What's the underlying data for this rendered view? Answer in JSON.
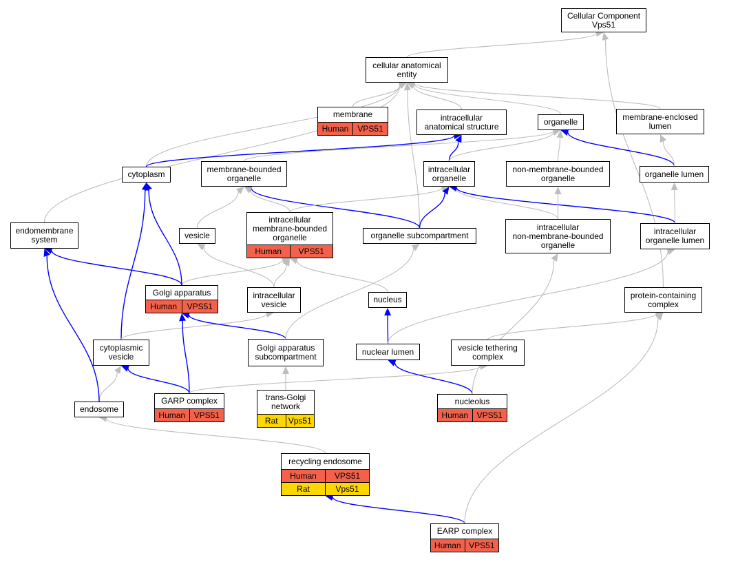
{
  "colors": {
    "is_a": "#bdbdbd",
    "part_of": "#0000ff",
    "human": "#f4614a",
    "rat": "#ffd700"
  },
  "nodes": {
    "cc_root": {
      "label": "Cellular Component\nVps51"
    },
    "cellular_anatomical_entity": {
      "label": "cellular anatomical\nentity"
    },
    "membrane": {
      "label": "membrane",
      "annotations": [
        {
          "species": "Human",
          "gene": "VPS51"
        }
      ]
    },
    "intracellular_anatomical_structure": {
      "label": "intracellular\nanatomical structure"
    },
    "organelle": {
      "label": "organelle"
    },
    "membrane_enclosed_lumen": {
      "label": "membrane-enclosed\nlumen"
    },
    "cytoplasm": {
      "label": "cytoplasm"
    },
    "membrane_bounded_organelle": {
      "label": "membrane-bounded\norganelle"
    },
    "intracellular_organelle": {
      "label": "intracellular\norganelle"
    },
    "non_membrane_bounded_organelle": {
      "label": "non-membrane-bounded\norganelle"
    },
    "organelle_lumen": {
      "label": "organelle lumen"
    },
    "endomembrane_system": {
      "label": "endomembrane\nsystem"
    },
    "vesicle": {
      "label": "vesicle"
    },
    "intracellular_membrane_bounded_organelle": {
      "label": "intracellular\nmembrane-bounded\norganelle",
      "annotations": [
        {
          "species": "Human",
          "gene": "VPS51"
        }
      ]
    },
    "organelle_subcompartment": {
      "label": "organelle subcompartment"
    },
    "intracellular_non_membrane_bounded_organelle": {
      "label": "intracellular\nnon-membrane-bounded\norganelle"
    },
    "intracellular_organelle_lumen": {
      "label": "intracellular\norganelle lumen"
    },
    "golgi_apparatus": {
      "label": "Golgi apparatus",
      "annotations": [
        {
          "species": "Human",
          "gene": "VPS51"
        }
      ]
    },
    "intracellular_vesicle": {
      "label": "intracellular\nvesicle"
    },
    "nucleus": {
      "label": "nucleus"
    },
    "protein_containing_complex": {
      "label": "protein-containing\ncomplex"
    },
    "cytoplasmic_vesicle": {
      "label": "cytoplasmic\nvesicle"
    },
    "golgi_apparatus_subcompartment": {
      "label": "Golgi apparatus\nsubcompartment"
    },
    "nuclear_lumen": {
      "label": "nuclear lumen"
    },
    "vesicle_tethering_complex": {
      "label": "vesicle tethering\ncomplex"
    },
    "endosome": {
      "label": "endosome"
    },
    "garp_complex": {
      "label": "GARP complex",
      "annotations": [
        {
          "species": "Human",
          "gene": "VPS51"
        }
      ]
    },
    "trans_golgi_network": {
      "label": "trans-Golgi\nnetwork",
      "annotations": [
        {
          "species": "Rat",
          "gene": "Vps51"
        }
      ]
    },
    "nucleolus": {
      "label": "nucleolus",
      "annotations": [
        {
          "species": "Human",
          "gene": "VPS51"
        }
      ]
    },
    "recycling_endosome": {
      "label": "recycling endosome",
      "annotations": [
        {
          "species": "Human",
          "gene": "VPS51"
        },
        {
          "species": "Rat",
          "gene": "Vps51"
        }
      ]
    },
    "earp_complex": {
      "label": "EARP complex",
      "annotations": [
        {
          "species": "Human",
          "gene": "VPS51"
        }
      ]
    }
  },
  "edges": [
    {
      "from": "cellular_anatomical_entity",
      "to": "cc_root",
      "type": "is_a"
    },
    {
      "from": "protein_containing_complex",
      "to": "cc_root",
      "type": "is_a"
    },
    {
      "from": "membrane",
      "to": "cellular_anatomical_entity",
      "type": "is_a"
    },
    {
      "from": "intracellular_anatomical_structure",
      "to": "cellular_anatomical_entity",
      "type": "is_a"
    },
    {
      "from": "organelle",
      "to": "cellular_anatomical_entity",
      "type": "is_a"
    },
    {
      "from": "membrane_enclosed_lumen",
      "to": "cellular_anatomical_entity",
      "type": "is_a"
    },
    {
      "from": "cytoplasm",
      "to": "cellular_anatomical_entity",
      "type": "is_a"
    },
    {
      "from": "endomembrane_system",
      "to": "cellular_anatomical_entity",
      "type": "is_a"
    },
    {
      "from": "organelle_subcompartment",
      "to": "cellular_anatomical_entity",
      "type": "is_a"
    },
    {
      "from": "cytoplasm",
      "to": "intracellular_anatomical_structure",
      "type": "part_of"
    },
    {
      "from": "intracellular_organelle",
      "to": "intracellular_anatomical_structure",
      "type": "part_of"
    },
    {
      "from": "membrane_bounded_organelle",
      "to": "organelle",
      "type": "is_a"
    },
    {
      "from": "intracellular_organelle",
      "to": "organelle",
      "type": "is_a"
    },
    {
      "from": "non_membrane_bounded_organelle",
      "to": "organelle",
      "type": "is_a"
    },
    {
      "from": "organelle_lumen",
      "to": "organelle",
      "type": "part_of"
    },
    {
      "from": "organelle_lumen",
      "to": "membrane_enclosed_lumen",
      "type": "is_a"
    },
    {
      "from": "organelle_subcompartment",
      "to": "intracellular_organelle",
      "type": "part_of"
    },
    {
      "from": "organelle_subcompartment",
      "to": "membrane_bounded_organelle",
      "type": "part_of"
    },
    {
      "from": "intracellular_membrane_bounded_organelle",
      "to": "intracellular_organelle",
      "type": "is_a"
    },
    {
      "from": "intracellular_non_membrane_bounded_organelle",
      "to": "intracellular_organelle",
      "type": "is_a"
    },
    {
      "from": "intracellular_organelle_lumen",
      "to": "intracellular_organelle",
      "type": "part_of"
    },
    {
      "from": "intracellular_non_membrane_bounded_organelle",
      "to": "non_membrane_bounded_organelle",
      "type": "is_a"
    },
    {
      "from": "intracellular_organelle_lumen",
      "to": "organelle_lumen",
      "type": "is_a"
    },
    {
      "from": "vesicle",
      "to": "membrane_bounded_organelle",
      "type": "is_a"
    },
    {
      "from": "intracellular_membrane_bounded_organelle",
      "to": "membrane_bounded_organelle",
      "type": "is_a"
    },
    {
      "from": "intracellular_vesicle",
      "to": "vesicle",
      "type": "is_a"
    },
    {
      "from": "intracellular_vesicle",
      "to": "intracellular_membrane_bounded_organelle",
      "type": "is_a"
    },
    {
      "from": "golgi_apparatus",
      "to": "intracellular_membrane_bounded_organelle",
      "type": "is_a"
    },
    {
      "from": "nucleus",
      "to": "intracellular_membrane_bounded_organelle",
      "type": "is_a"
    },
    {
      "from": "golgi_apparatus",
      "to": "cytoplasm",
      "type": "part_of"
    },
    {
      "from": "golgi_apparatus",
      "to": "endomembrane_system",
      "type": "part_of"
    },
    {
      "from": "cytoplasmic_vesicle",
      "to": "cytoplasm",
      "type": "part_of"
    },
    {
      "from": "cytoplasmic_vesicle",
      "to": "intracellular_vesicle",
      "type": "is_a"
    },
    {
      "from": "golgi_apparatus_subcompartment",
      "to": "golgi_apparatus",
      "type": "part_of"
    },
    {
      "from": "golgi_apparatus_subcompartment",
      "to": "organelle_subcompartment",
      "type": "is_a"
    },
    {
      "from": "nuclear_lumen",
      "to": "nucleus",
      "type": "part_of"
    },
    {
      "from": "nuclear_lumen",
      "to": "intracellular_organelle_lumen",
      "type": "is_a"
    },
    {
      "from": "vesicle_tethering_complex",
      "to": "protein_containing_complex",
      "type": "is_a"
    },
    {
      "from": "endosome",
      "to": "cytoplasmic_vesicle",
      "type": "is_a"
    },
    {
      "from": "endosome",
      "to": "endomembrane_system",
      "type": "part_of"
    },
    {
      "from": "garp_complex",
      "to": "golgi_apparatus",
      "type": "part_of"
    },
    {
      "from": "garp_complex",
      "to": "cytoplasmic_vesicle",
      "type": "part_of"
    },
    {
      "from": "garp_complex",
      "to": "vesicle_tethering_complex",
      "type": "is_a"
    },
    {
      "from": "trans_golgi_network",
      "to": "golgi_apparatus_subcompartment",
      "type": "is_a"
    },
    {
      "from": "nucleolus",
      "to": "nuclear_lumen",
      "type": "part_of"
    },
    {
      "from": "nucleolus",
      "to": "intracellular_non_membrane_bounded_organelle",
      "type": "is_a"
    },
    {
      "from": "recycling_endosome",
      "to": "endosome",
      "type": "is_a"
    },
    {
      "from": "earp_complex",
      "to": "recycling_endosome",
      "type": "part_of"
    },
    {
      "from": "earp_complex",
      "to": "protein_containing_complex",
      "type": "is_a"
    }
  ]
}
